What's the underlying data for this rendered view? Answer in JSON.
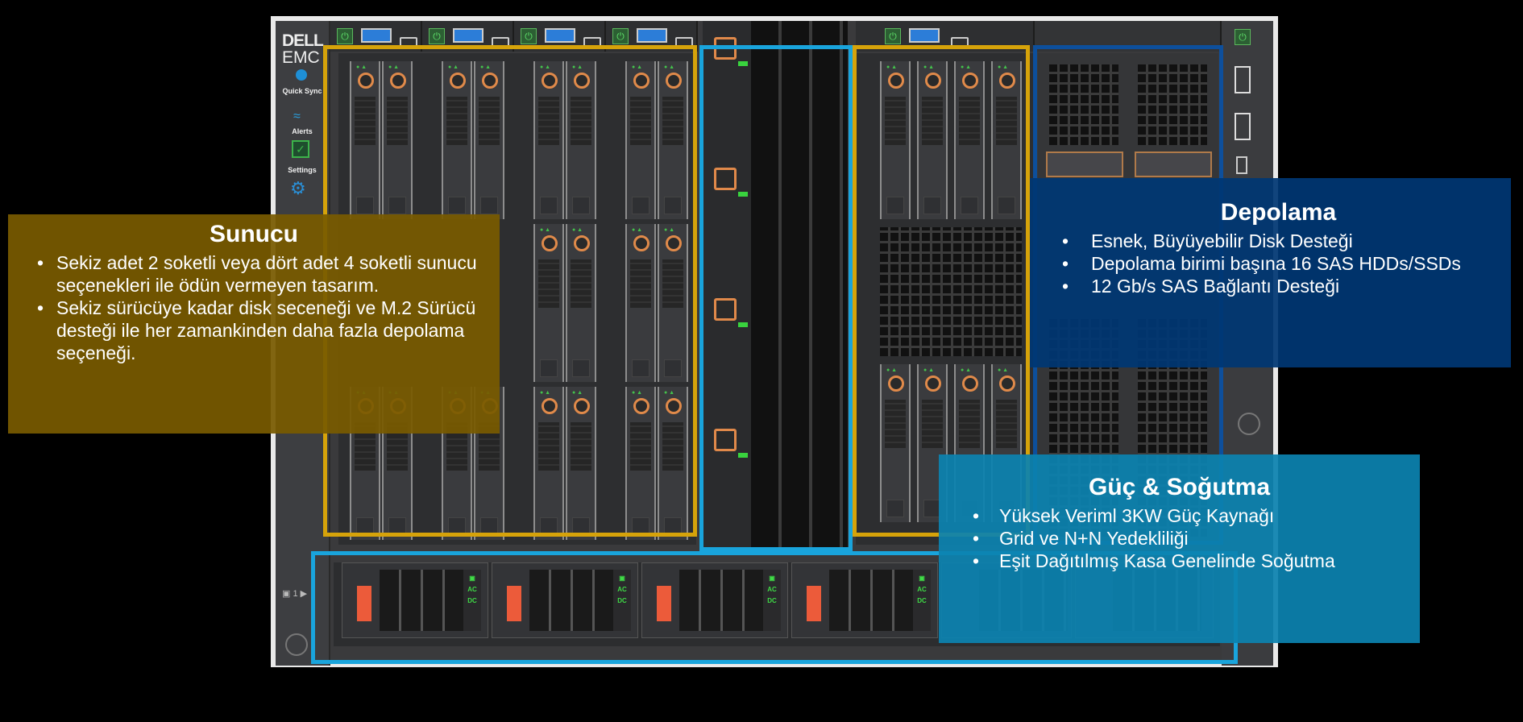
{
  "chassis": {
    "brand_line1": "DELL",
    "brand_line2": "EMC",
    "control_panel": {
      "items": [
        {
          "label": "Quick Sync",
          "icon": "wifi-icon"
        },
        {
          "label": "Alerts",
          "icon": "check-icon"
        },
        {
          "label": "Settings",
          "icon": "gear-icon"
        }
      ],
      "info_icon": "info-icon"
    },
    "psu_indicators": [
      "AC",
      "DC"
    ],
    "psu_count": 6,
    "bay_indicator": "1"
  },
  "callouts": {
    "sunucu": {
      "title": "Sunucu",
      "color": "#7a5a00",
      "bullets": [
        "Sekiz adet 2 soketli veya dört adet 4 soketli sunucu seçenekleri ile ödün vermeyen tasarım.",
        "Sekiz sürücüye kadar disk seceneği ve M.2 Sürücü desteği ile her zamankinden daha fazla depolama seçeneği."
      ]
    },
    "depolama": {
      "title": "Depolama",
      "color": "#00376f",
      "bullets": [
        "Esnek, Büyüyebilir Disk Desteği",
        "Depolama birimi başına 16 SAS HDDs/SSDs",
        "12 Gb/s SAS Bağlantı Desteği"
      ]
    },
    "guc": {
      "title": "Güç & Soğutma",
      "color": "#0c82af",
      "bullets": [
        "Yüksek Veriml 3KW Güç Kaynağı",
        "Grid ve N+N Yedekliliği",
        "Eşit Dağıtılmış Kasa Genelinde Soğutma"
      ]
    }
  },
  "highlight_colors": {
    "compute": "#d6a30a",
    "cooling": "#19a4dc",
    "storage": "#0d4f9c"
  }
}
